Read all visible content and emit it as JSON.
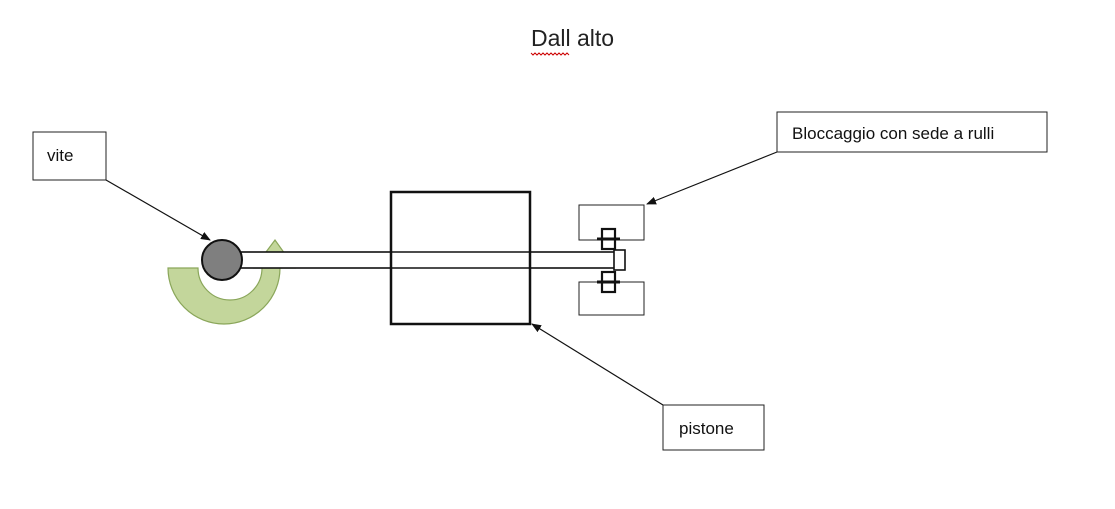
{
  "title": "Dall alto",
  "labels": {
    "vite": "vite",
    "bloccaggio": "Bloccaggio con sede a rulli",
    "pistone": "pistone"
  },
  "colors": {
    "screw_fill": "#7f7f7f",
    "rotation_arrow_fill": "#c3d69b",
    "rotation_arrow_stroke": "#8aa65a",
    "spellcheck_underline": "#cc0000",
    "line": "#111111"
  },
  "icons": {
    "rotation": "curved-rotation-arrow-icon",
    "screw": "screw-circle-icon"
  }
}
